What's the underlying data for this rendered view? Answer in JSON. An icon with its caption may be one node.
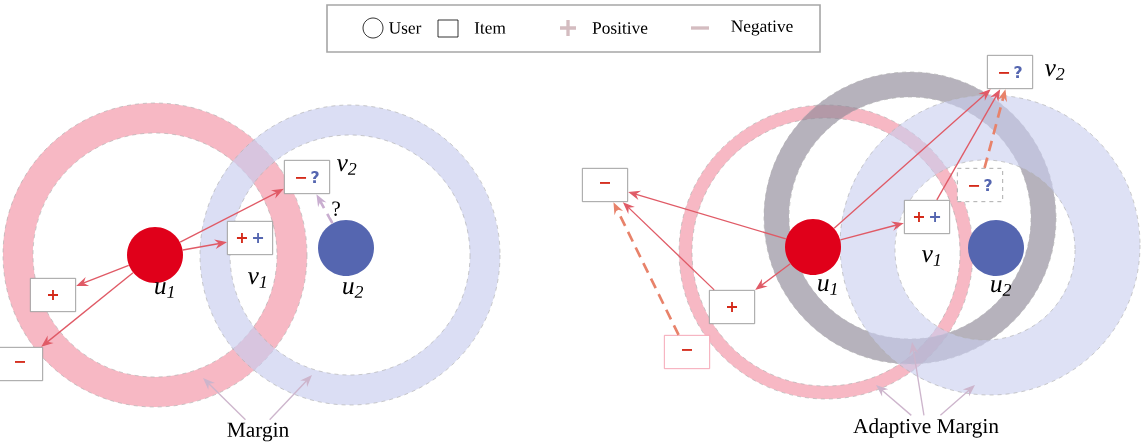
{
  "diagram": {
    "nodes": [
      {
        "text": [],
        "shape": "circle",
        "beside": [
          "u$_{1}$"
        ]
      },
      {
        "text": [],
        "shape": "circle",
        "beside": [
          "u$_{2}$"
        ]
      },
      {
        "text": [
          "+",
          "+"
        ],
        "beside": [
          "v$_{1}$"
        ]
      },
      {
        "text": [
          "−",
          "?"
        ],
        "beside": [
          "v$_{2}$"
        ]
      },
      {
        "text": [
          "+"
        ]
      },
      {
        "text": [
          "−"
        ]
      },
      {
        "text": [],
        "shape": "circle",
        "beside": [
          "u$_{1}$"
        ]
      },
      {
        "text": [],
        "shape": "circle",
        "beside": [
          "u$_{2}$"
        ]
      },
      {
        "text": [
          "+",
          "+"
        ],
        "beside": [
          "v$_{1}$"
        ]
      },
      {
        "text": [
          "−",
          "?"
        ],
        "beside": [
          "v$_{2}$"
        ]
      },
      {
        "text": [
          "−",
          "?"
        ]
      },
      {
        "text": [
          "−"
        ]
      },
      {
        "text": [
          "+"
        ]
      },
      {
        "text": [
          "−"
        ]
      },
      {
        "text": [
          "Margin"
        ]
      },
      {
        "text": [
          "Adaptive Margin"
        ]
      }
    ],
    "edges": [
      {
        "from": 0,
        "to": 2,
        "arrow": "to"
      },
      {
        "from": 0,
        "to": 3,
        "arrow": "to"
      },
      {
        "from": 0,
        "to": 4,
        "arrow": "to"
      },
      {
        "from": 0,
        "to": 5,
        "arrow": "to"
      },
      {
        "from": 1,
        "to": 3,
        "arrow": "to",
        "label": "?",
        "style": "dashed",
        "color": "#c9aed0"
      },
      {
        "from": 6,
        "to": 11,
        "arrow": "to"
      },
      {
        "from": 6,
        "to": 12,
        "arrow": "to"
      },
      {
        "from": 6,
        "to": 8,
        "arrow": "to"
      },
      {
        "from": 6,
        "to": 9,
        "arrow": "to"
      },
      {
        "from": 12,
        "to": 11,
        "arrow": "to"
      },
      {
        "from": 8,
        "to": 9,
        "arrow": "to"
      },
      {
        "from": 10,
        "to": 9,
        "arrow": "to",
        "style": "dashed",
        "color": "#e8826a"
      },
      {
        "from": 13,
        "to": 11,
        "arrow": "to",
        "style": "dashed",
        "color": "#e8826a"
      },
      {
        "from": 14,
        "to": null,
        "arrow": "to",
        "color": "#cdb5cc"
      },
      {
        "from": 14,
        "to": null,
        "arrow": "to",
        "color": "#cdb5cc"
      },
      {
        "from": 15,
        "to": null,
        "arrow": "to",
        "color": "#cdb5cc"
      },
      {
        "from": 15,
        "to": null,
        "arrow": "to",
        "color": "#cdb5cc"
      },
      {
        "from": 15,
        "to": null,
        "arrow": "to",
        "color": "#cdb5cc"
      }
    ],
    "legend": [
      {
        "text": "User"
      },
      {
        "text": "Item"
      },
      {
        "text": "Positive"
      },
      {
        "text": "Negative"
      }
    ]
  }
}
